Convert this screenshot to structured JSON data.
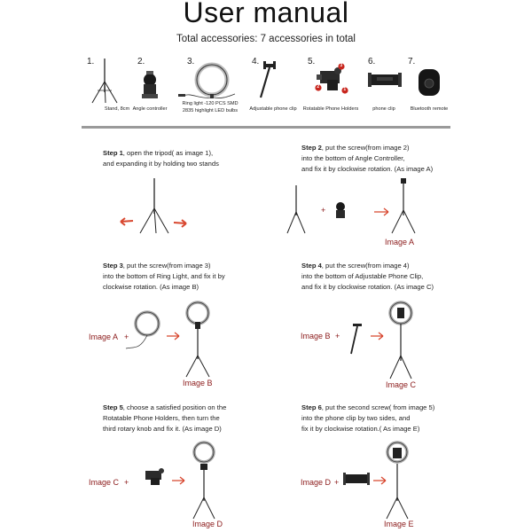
{
  "header": {
    "title": "User manual",
    "subtitle": "Total accessories: 7 accessories in total"
  },
  "accessories": [
    {
      "num": "1.",
      "label_lines": [
        "Stand, 8cm"
      ]
    },
    {
      "num": "2.",
      "label_lines": [
        "Angle controller"
      ]
    },
    {
      "num": "3.",
      "label_lines": [
        "Ring light -120 PCS SMD",
        "2835 highlight LED bulbs"
      ]
    },
    {
      "num": "4.",
      "label_lines": [
        "Adjustable phone clip"
      ]
    },
    {
      "num": "5.",
      "label_lines": [
        "Rotatable Phone Holders"
      ],
      "markers": [
        "1",
        "2",
        "3"
      ]
    },
    {
      "num": "6.",
      "label_lines": [
        "phone clip"
      ]
    },
    {
      "num": "7.",
      "label_lines": [
        "Bluetooth remote"
      ]
    }
  ],
  "steps": [
    {
      "head": "Step 1",
      "lines": [
        ", open the tripod( as image 1),",
        "and expanding it by holding two stands"
      ]
    },
    {
      "head": "Step 2",
      "lines": [
        ", put the screw(from image 2)",
        "into the bottom of Angle Controller,",
        "and fix it by clockwise rotation. (As image A)"
      ]
    },
    {
      "head": "Step 3",
      "lines": [
        ", put the screw(from image 3)",
        "into the bottom of Ring Light, and fix it by",
        "clockwise rotation. (As image B)"
      ]
    },
    {
      "head": "Step 4",
      "lines": [
        ", put the screw(from image 4)",
        "into the bottom of Adjustable Phone Clip,",
        "and fix it by clockwise rotation. (As image C)"
      ]
    },
    {
      "head": "Step 5",
      "lines": [
        ", choose a satisfied position on the",
        "Rotatable Phone Holders, then turn the",
        "third rotary knob and fix it. (As image D)"
      ]
    },
    {
      "head": "Step 6",
      "lines": [
        ", put the second screw( from image 5)",
        "into the phone clip by two sides, and",
        "fix it by clockwise rotation.( As image E)"
      ]
    }
  ],
  "figures": {
    "plus": "+",
    "image_a": "Image A",
    "image_b": "Image B",
    "image_c": "Image C",
    "image_d": "Image D",
    "image_e": "Image E"
  },
  "colors": {
    "accent_red": "#8b1a1a",
    "arrow_red": "#d8472f",
    "divider": "#9a9a9a"
  }
}
